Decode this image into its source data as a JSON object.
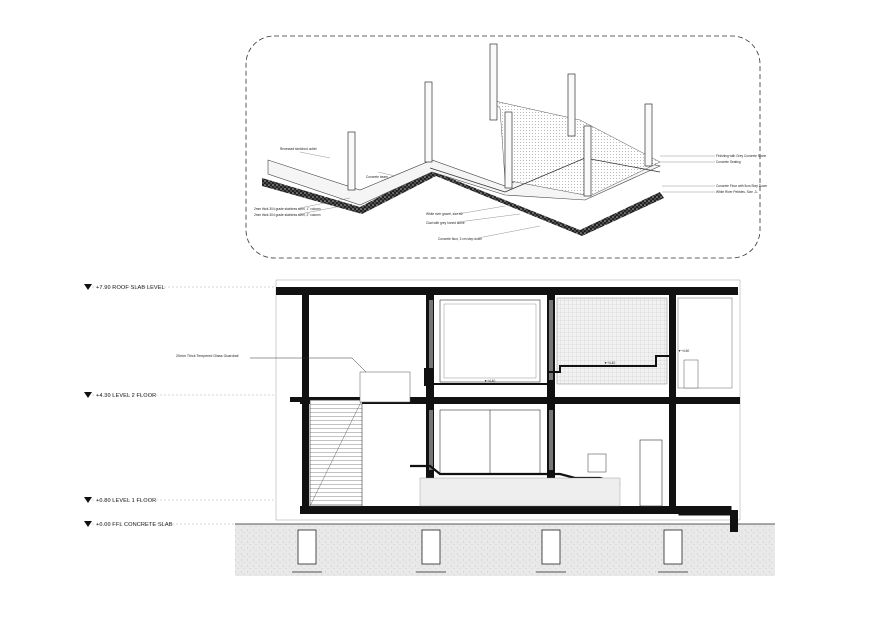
{
  "axon": {
    "labels": {
      "parapet": "Recessed sketched outlet",
      "concrete_beam": "Concrete beam",
      "col_1": "2mm thick 304 grade stainless steel, 1\" column",
      "col_2": "2mm thick 304 grade stainless steel, 2\" column",
      "white_gravel": "White river gravel, size #2",
      "clad_grey": "Clad with grey honed stone",
      "concrete_floor": "Concrete floor, 3 cm step down",
      "r_note_1": "Finishing with Grey Concrete Stone",
      "r_note_2": "Concrete Seating",
      "r_note_3": "Concrete Floor with 5cm Step Down",
      "r_note_4": "White River Pebbles, Size -3-"
    }
  },
  "section": {
    "levels": [
      {
        "label": "+7.90 ROOF SLAB LEVEL"
      },
      {
        "label": "+4.30 LEVEL 2 FLOOR"
      },
      {
        "label": "+0.80 LEVEL 1 FLOOR"
      },
      {
        "label": "+0.00 FFL CONCRETE SLAB"
      }
    ],
    "guardrail_note": "20mm Thick Tempered Glass Guardrail",
    "small_marks": {
      "m1": "▼+4.40",
      "m2": "▼+4.40",
      "m3": "▼+4.60"
    }
  },
  "colors": {
    "line": "#1a1a1a",
    "mid": "#555555",
    "hatch": "#9a9a9a",
    "ground": "#bdbdbd"
  }
}
